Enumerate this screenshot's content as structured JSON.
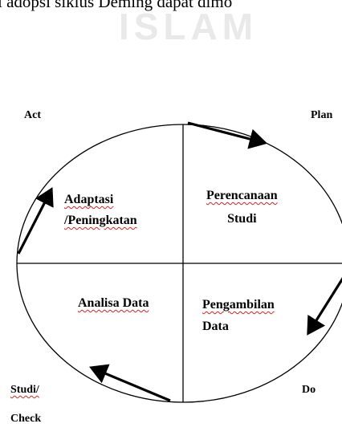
{
  "header": {
    "caption_fragment": "l adopsi siklus Deming dapat dimo"
  },
  "watermark": {
    "text": "ISLAM"
  },
  "corners": {
    "act": "Act",
    "plan": "Plan",
    "do": "Do",
    "studi_line1": "Studi/",
    "studi_line2": "Check"
  },
  "quadrants": {
    "top_left": {
      "line1": "Adaptasi",
      "line2": "/Peningkatan"
    },
    "top_right": {
      "line1": "Perencanaan",
      "line2": "Studi"
    },
    "bottom_left": {
      "line1": "Analisa Data"
    },
    "bottom_right": {
      "line1": "Pengambilan",
      "line2": "Data"
    }
  },
  "colors": {
    "line": "#000000",
    "spellcheck_underline": "#e02020",
    "watermark": "#e9e9e9"
  }
}
